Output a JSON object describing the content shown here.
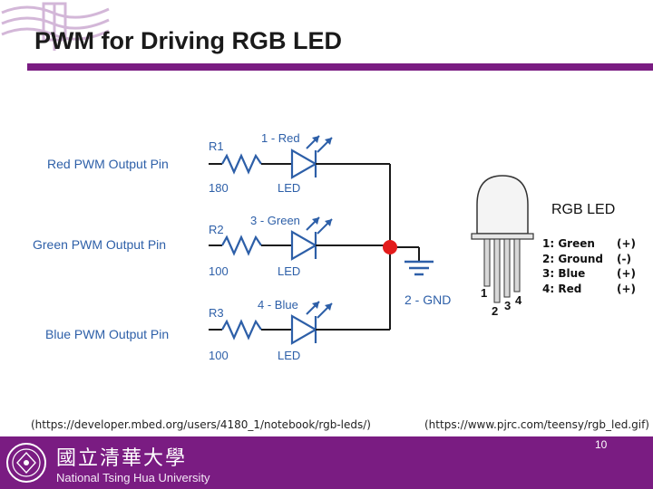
{
  "slide": {
    "title": "PWM for Driving RGB LED",
    "page_number": "10",
    "university_name": "National Tsing Hua University",
    "university_name_chinese": "國立清華大學"
  },
  "colors": {
    "accent": "#7a1c82",
    "wire": "#1a1a1a",
    "component": "#2d5fa8",
    "junction": "#e31b1b"
  },
  "circuit": {
    "inputs": [
      {
        "label": "Red PWM Output Pin",
        "resistor": "R1",
        "value": "180",
        "led_name": "1 - Red",
        "led_label": "LED"
      },
      {
        "label": "Green PWM Output Pin",
        "resistor": "R2",
        "value": "100",
        "led_name": "3 - Green",
        "led_label": "LED"
      },
      {
        "label": "Blue PWM Output Pin",
        "resistor": "R3",
        "value": "100",
        "led_name": "4 - Blue",
        "led_label": "LED"
      }
    ],
    "ground_label": "2 - GND"
  },
  "rgb_led": {
    "title": "RGB LED",
    "pin_numbers": [
      "1",
      "2",
      "3",
      "4"
    ],
    "pins": [
      {
        "name": "1: Green",
        "polarity": "(+)"
      },
      {
        "name": "2: Ground",
        "polarity": "(-)"
      },
      {
        "name": "3: Blue",
        "polarity": "(+)"
      },
      {
        "name": "4: Red",
        "polarity": "(+)"
      }
    ]
  },
  "sources": {
    "left": "(https://developer.mbed.org/users/4180_1/notebook/rgb-leds/)",
    "right": "(https://www.pjrc.com/teensy/rgb_led.gif)"
  }
}
